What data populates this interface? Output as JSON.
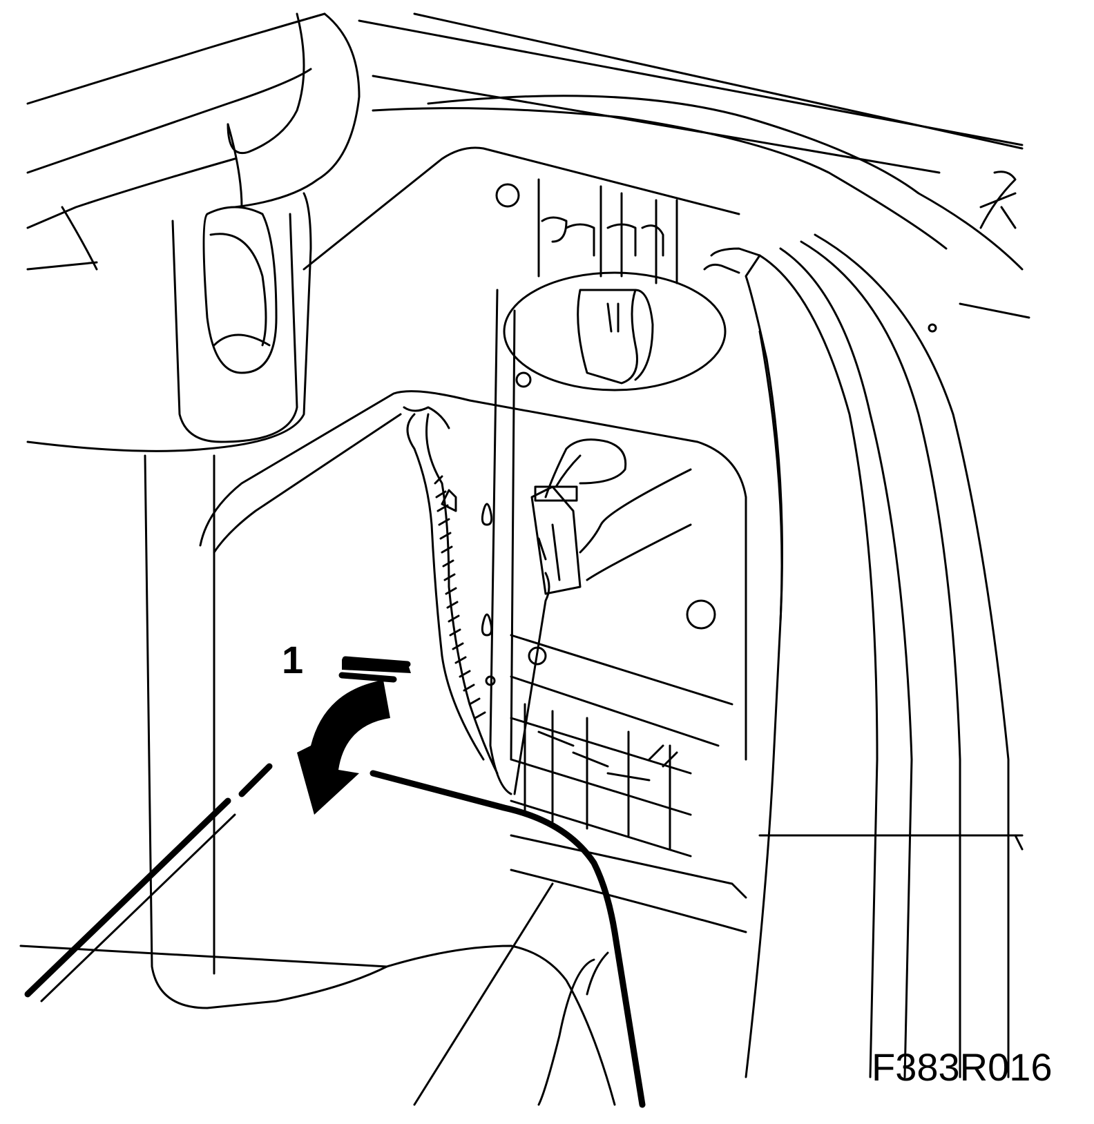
{
  "figure": {
    "step_label": "1",
    "reference_code": "F383R016",
    "line_color": "#000000",
    "background_color": "#ffffff",
    "arrow_direction": "down-left"
  }
}
